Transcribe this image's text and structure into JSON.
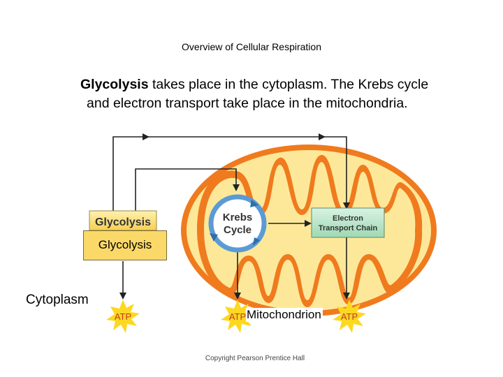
{
  "title": "Overview of Cellular Respiration",
  "subtitle": {
    "bold_term": "Glycolysis",
    "line1_rest": " takes place in the cytoplasm. The Krebs cycle",
    "line2": "and electron transport take place in the mitochondria."
  },
  "diagram": {
    "glycolysis_box_label": "Glycolysis",
    "glycolysis_label": "Glycolysis",
    "krebs_line1": "Krebs",
    "krebs_line2": "Cycle",
    "etc_line1": "Electron",
    "etc_line2": "Transport  Chain",
    "atp_label": "ATP",
    "cytoplasm_label": "Cytoplasm",
    "mitochondrion_label": "Mitochondrion"
  },
  "copyright": "Copyright Pearson Prentice Hall",
  "colors": {
    "mito_outer": "#f07a1e",
    "mito_inner": "#fde89a",
    "glycolysis_fill": "#fbd969",
    "etc_fill": "#b7e4c7",
    "krebs_ring": "#5b9bd5",
    "atp_star": "#fcd820"
  }
}
